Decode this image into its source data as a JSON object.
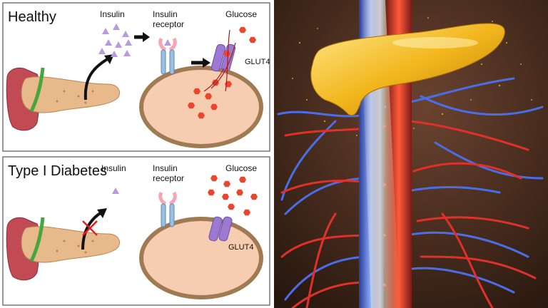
{
  "panels": {
    "healthy": {
      "title": "Healthy",
      "insulin_label": "Insulin",
      "receptor_label_line1": "Insulin",
      "receptor_label_line2": "receptor",
      "glucose_label": "Glucose",
      "glut4_label": "GLUT4"
    },
    "diabetes": {
      "title": "Type I Diabetes",
      "insulin_label": "Insulin",
      "receptor_label_line1": "Insulin",
      "receptor_label_line2": "receptor",
      "glucose_label": "Glucose",
      "glut4_label": "GLUT4"
    }
  },
  "colors": {
    "panel_border": "#555555",
    "cell_fill": "#f6cdb0",
    "cell_membrane": "#a07a52",
    "insulin": "#b89ae0",
    "glucose": "#e8472c",
    "glut4": "#9c79d2",
    "receptor": "#9bbfe0",
    "pancreas": "#e8b98a",
    "spleen": "#c24a55",
    "duct": "#44a83c",
    "arrow": "#111111",
    "cross": "#e02020"
  },
  "illustration": {
    "background": "#3a2418",
    "pancreas_glow": "#f5c22a",
    "artery": "#e0302a",
    "vein": "#4a6ee8"
  }
}
